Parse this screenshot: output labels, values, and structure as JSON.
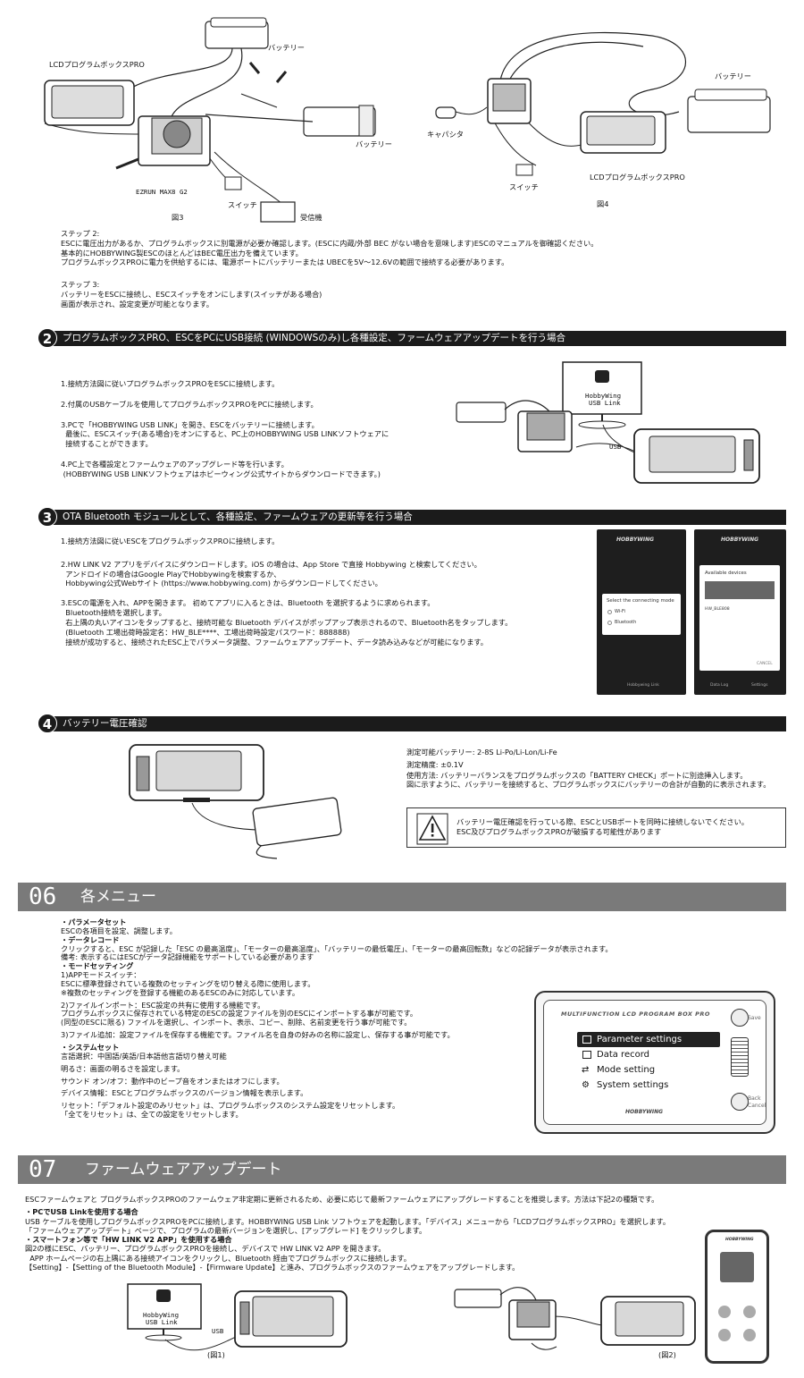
{
  "fig3": {
    "lcd_label": "LCDプログラムボックスPRO",
    "battery_top": "バッテリー",
    "battery_right": "バッテリー",
    "esc_label": "EZRUN MAX8 G2",
    "switch_label": "スイッチ",
    "receiver_label": "受信機",
    "caption": "図3"
  },
  "fig4": {
    "battery_label": "バッテリー",
    "capacitor_label": "キャパシタ",
    "lcd_label": "LCDプログラムボックスPRO",
    "switch_label": "スイッチ",
    "caption": "図4"
  },
  "step2": {
    "title": "ステップ 2:",
    "lines": [
      "ESCに電圧出力があるか、プログラムボックスに別電源が必要か確認します。(ESCに内蔵/外部 BEC がない場合を意味します)ESCのマニュアルを御確認ください。",
      "基本的にHOBBYWING製ESCのほとんどはBEC電圧出力を備えています。",
      "プログラムボックスPROに電力を供給するには、電源ポートにバッテリーまたは UBECを5V～12.6Vの範囲で接続する必要があります。"
    ]
  },
  "step3": {
    "title": "ステップ 3:",
    "lines": [
      "バッテリーをESCに接続し、ESCスイッチをオンにします(スイッチがある場合)",
      "画面が表示され、設定変更が可能となります。"
    ]
  },
  "sec2": {
    "num": "2",
    "title": "プログラムボックスPRO、ESCをPCにUSB接続 (WINDOWSのみ)し各種設定、ファームウェアアップデートを行う場合",
    "items": [
      [
        "1.接続方法図に従いプログラムボックスPROをESCに接続します。"
      ],
      [
        "2.付属のUSBケーブルを使用してプログラムボックスPROをPCに接続します。"
      ],
      [
        "3.PCで「HOBBYWING USB LINK」を開き、ESCをバッテリーに接続します。",
        "  最後に、ESCスイッチ(ある場合)をオンにすると、PC上のHOBBYWING USB LINKソフトウェアに",
        "  接続することができます。"
      ],
      [
        "4.PC上で各種設定とファームウェアのアップグレード等を行います。",
        " (HOBBYWING USB LINKソフトウェアはホビーウィング公式サイトからダウンロードできます。)"
      ]
    ],
    "monitor_label1": "HobbyWing",
    "monitor_label2": "USB Link",
    "usb_label": "USB"
  },
  "sec3": {
    "num": "3",
    "title": "OTA Bluetooth モジュールとして、各種設定、ファームウェアの更新等を行う場合",
    "items": [
      [
        "1.接続方法図に従いESCをプログラムボックスPROに接続します。"
      ],
      [
        "2.HW LINK V2 アプリをデバイスにダウンロードします。iOS の場合は、App Store で直接 Hobbywing と検索してください。",
        "  アンドロイドの場合はGoogle PlayでHobbywingを検索するか、",
        "  Hobbywing公式Webサイト (https://www.hobbywing.com) からダウンロードしてください。"
      ],
      [
        "3.ESCの電源を入れ、APPを開きます。 初めてアプリに入るときは、Bluetooth を選択するように求められます。",
        "  Bluetooth接続を選択します。",
        "  右上隅の丸いアイコンをタップすると、接続可能な Bluetooth デバイスがポップアップ表示されるので、Bluetooth名をタップします。",
        "  (Bluetooth 工場出荷時設定名：HW_BLE****、工場出荷時設定パスワード：888888)",
        "  接続が成功すると、接続されたESC上でパラメータ調整、ファームウェアアップデート、データ読み込みなどが可能になります。"
      ]
    ],
    "phone1": {
      "brand": "HOBBYWING",
      "dialog_title": "Select the connecting mode",
      "opt1": "Wi-Fi",
      "opt2": "Bluetooth",
      "footer": "Hobbywing Link"
    },
    "phone2": {
      "brand": "HOBBYWING",
      "dialog_title": "Available devices",
      "device": "HW_BLE808",
      "cancel": "CANCEL",
      "tab1": "Data Log",
      "tab2": "Settings"
    }
  },
  "sec4": {
    "num": "4",
    "title": "バッテリー電圧確認",
    "lines": [
      "測定可能バッテリー: 2-8S Li-Po/Li-Lon/Li-Fe",
      "測定精度: ±0.1V",
      "使用方法: バッテリーバランスをプログラムボックスの「BATTERY CHECK」ポートに別途挿入します。",
      "図に示すように、バッテリーを接続すると、プログラムボックスにバッテリーの合計が自動的に表示されます。"
    ],
    "warning": [
      "バッテリー電圧確認を行っている際、ESCとUSBポートを同時に接続しないでください。",
      "ESC及びプログラムボックスPROが破損する可能性があります"
    ]
  },
  "sec06": {
    "num": "06",
    "title": "各メニュー",
    "lines": [
      {
        "t": "・パラメータセット",
        "b": true
      },
      {
        "t": "ESCの各項目を設定、調整します。"
      },
      {
        "t": "・データレコード",
        "b": true
      },
      {
        "t": "クリックすると、ESC が記録した「ESC の最高温度」、「モーターの最高温度」、「バッテリーの最低電圧」、「モーターの最高回転数」などの記録データが表示されます。"
      },
      {
        "t": "備考: 表示するにはESCがデータ記録機能をサポートしている必要があります"
      },
      {
        "t": "・モードセッティング",
        "b": true
      },
      {
        "t": "1)APPモードスイッチ："
      },
      {
        "t": "ESCに標準登録されている複数のセッティングを切り替える際に使用します。"
      },
      {
        "t": "※複数のセッティングを登録する機能のあるESCのみに対応しています。"
      },
      {
        "t": ""
      },
      {
        "t": "2)ファイルインポート：ESC設定の共有に使用する機能です。"
      },
      {
        "t": "プログラムボックスに保存されている特定のESCの設定ファイルを別のESCにインポートする事が可能です。"
      },
      {
        "t": "(同型のESCに限る) ファイルを選択し、インポート、表示、コピー、削除、名前変更を行う事が可能です。"
      },
      {
        "t": ""
      },
      {
        "t": "3)ファイル追加：設定ファイルを保存する機能です。ファイル名を自身の好みの名称に設定し、保存する事が可能です。"
      },
      {
        "t": ""
      },
      {
        "t": "・システムセット",
        "b": true
      },
      {
        "t": "言語選択：中国語/英語/日本語他言語切り替え可能"
      },
      {
        "t": ""
      },
      {
        "t": "明るさ：画面の明るさを設定します。"
      },
      {
        "t": ""
      },
      {
        "t": "サウンド オン/オフ：動作中のビープ音をオンまたはオフにします。"
      },
      {
        "t": ""
      },
      {
        "t": "デバイス情報：ESCとプログラムボックスのバージョン情報を表示します。"
      },
      {
        "t": ""
      },
      {
        "t": "リセット：「デフォルト設定のみリセット」は、プログラムボックスのシステム設定をリセットします。"
      },
      {
        "t": "「全てをリセット」は、全ての設定をリセットします。"
      }
    ],
    "device": {
      "header": "MULTIFUNCTION LCD PROGRAM BOX PRO",
      "save": "Save",
      "back": "Back",
      "cancel": "Cancel",
      "brand": "HOBBYWING",
      "menu": [
        "Parameter settings",
        "Data record",
        "Mode setting",
        "System settings"
      ]
    }
  },
  "sec07": {
    "num": "07",
    "title": "ファームウェアアップデート",
    "lines": [
      {
        "t": "ESCファームウェアと プログラムボックスPROのファームウェア非定期に更新されるため、必要に応じて最新ファームウェアにアップグレードすることを推奨します。方法は下記2の種類です。"
      },
      {
        "t": ""
      },
      {
        "t": "・PCでUSB Linkを使用する場合",
        "b": true
      },
      {
        "t": "USB ケーブルを使用しプログラムボックスPROをPCに接続します。HOBBYWING USB Link ソフトウェアを起動します。「デバイス」メニューから「LCDプログラムボックスPRO」を選択します。"
      },
      {
        "t": "「ファームウェアアップデート」ページで、プログラムの最新バージョンを選択し、[アップグレード] をクリックします。"
      },
      {
        "t": "・スマートフォン等で「HW LINK V2 APP」を使用する場合",
        "b": true
      },
      {
        "t": "図2の様にESC、バッテリー、プログラムボックスPROを接続し、デバイスで HW LINK V2 APP を開きます。"
      },
      {
        "t": "  APP ホームページの右上隅にある接続アイコンをクリックし、Bluetooth 経由でプログラムボックスに接続します。"
      },
      {
        "t": "【Setting】-【Setting of the Bluetooth Module】-【Firmware Update】と進み、プログラムボックスのファームウェアをアップグレードします。"
      }
    ],
    "fig1_caption": "(図1)",
    "fig2_caption": "(図2)",
    "monitor_label1": "HobbyWing",
    "monitor_label2": "USB Link",
    "usb_label": "USB",
    "phone_brand": "HOBBYWING"
  }
}
